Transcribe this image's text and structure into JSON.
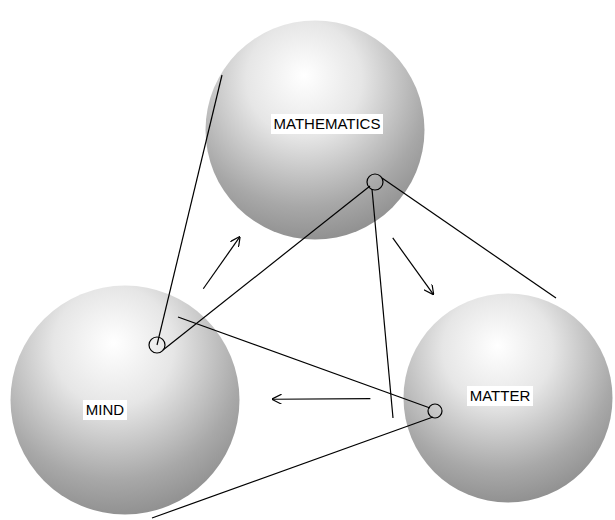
{
  "diagram": {
    "nodes": [
      {
        "text": [
          "MATHEMATICS"
        ]
      },
      {
        "text": [
          "MIND"
        ]
      },
      {
        "text": [
          "MATTER"
        ]
      }
    ],
    "edges": [
      {
        "from": 1,
        "to": 0,
        "arrow": "to"
      },
      {
        "from": 0,
        "to": 2,
        "arrow": "to"
      },
      {
        "from": 2,
        "to": 1,
        "arrow": "to"
      }
    ]
  }
}
